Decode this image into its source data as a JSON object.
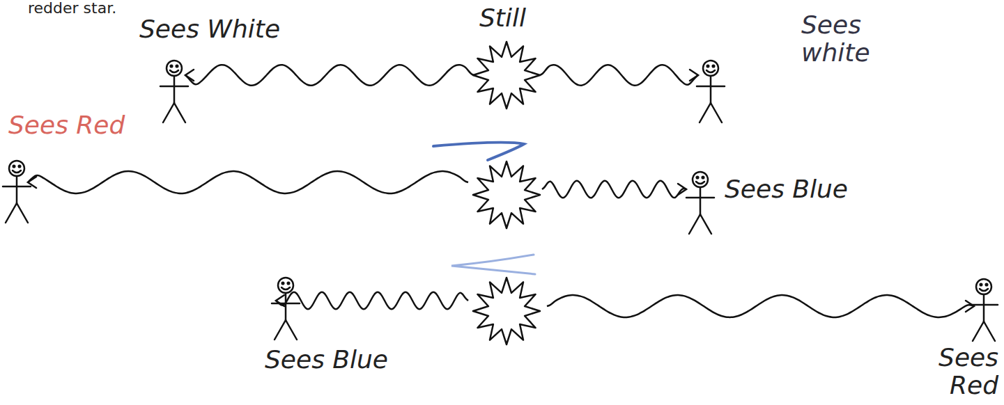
{
  "diagram": {
    "labels": [
      "redder star.",
      "Sees White",
      "Still",
      "Sees white",
      "Sees Red",
      "Sees Blue",
      "Sees Blue",
      "Sees Red"
    ]
  }
}
